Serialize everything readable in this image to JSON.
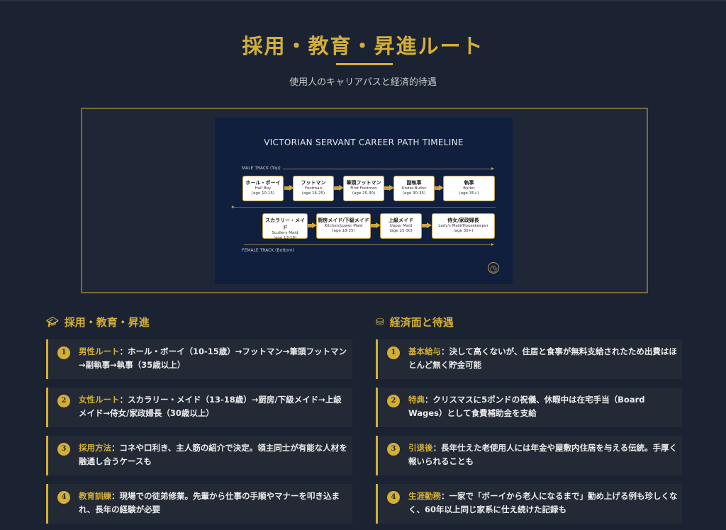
{
  "header": {
    "title": "採用・教育・昇進ルート",
    "subtitle": "使用人のキャリアパスと経済的待遇"
  },
  "figure": {
    "title": "VICTORIAN SERVANT CAREER PATH TIMELINE",
    "male_track_label": "MALE TRACK (Top)",
    "female_track_label": "FEMALE TRACK (Bottom)",
    "male_nodes": [
      {
        "jp": "ホール・ボーイ",
        "en": "Hall Boy",
        "age": "(age 10-15)"
      },
      {
        "jp": "フットマン",
        "en": "Footman",
        "age": "(age 16-25)"
      },
      {
        "jp": "筆頭フットマン",
        "en": "First Footman",
        "age": "(age 25-30)"
      },
      {
        "jp": "副執事",
        "en": "Under-Butler",
        "age": "(age 30-35)"
      },
      {
        "jp": "執事",
        "en": "Butler",
        "age": "(age 35+)"
      }
    ],
    "female_nodes": [
      {
        "jp": "スカラリー・メイド",
        "en": "Scullery Maid",
        "age": "(age 13-18)"
      },
      {
        "jp": "厨房メイド/下級メイド",
        "en": "Kitchen/Lower Maid",
        "age": "(age 18-25)"
      },
      {
        "jp": "上級メイド",
        "en": "Upper Maid",
        "age": "(age 25-30)"
      },
      {
        "jp": "侍女/家政婦長",
        "en": "Lady's Maid/Housekeeper",
        "age": "(age 30+)"
      }
    ],
    "corner_icon": "clock-key-icon"
  },
  "left_section": {
    "icon": "graduation-cap-icon",
    "title": "採用・教育・昇進",
    "items": [
      {
        "num": "1",
        "key": "男性ルート",
        "sep": "：",
        "text": "ホール・ボーイ（10-15歳）→フットマン→筆頭フットマン→副執事→執事（35歳以上）"
      },
      {
        "num": "2",
        "key": "女性ルート",
        "sep": "：",
        "text": "スカラリー・メイド（13-18歳）→厨房/下級メイド→上級メイド→侍女/家政婦長（30歳以上）"
      },
      {
        "num": "3",
        "key": "採用方法",
        "sep": "：",
        "text": "コネや口利き、主人筋の紹介で決定。領主同士が有能な人材を融通し合うケースも"
      },
      {
        "num": "4",
        "key": "教育訓練",
        "sep": "：",
        "text": "現場での徒弟修業。先輩から仕事の手順やマナーを叩き込まれ、長年の経験が必要"
      }
    ]
  },
  "right_section": {
    "icon": "coins-icon",
    "title": "経済面と待遇",
    "items": [
      {
        "num": "1",
        "key": "基本給与",
        "sep": "：",
        "text": "決して高くないが、住居と食事が無料支給されたため出費はほとんど無く貯金可能"
      },
      {
        "num": "2",
        "key": "特典",
        "sep": "：",
        "text": "クリスマスに5ポンドの祝儀、休暇中は在宅手当（Board Wages）として食費補助金を支給"
      },
      {
        "num": "3",
        "key": "引退後",
        "sep": "：",
        "text": "長年仕えた老使用人には年金や屋敷内住居を与える伝統。手厚く報いられることも"
      },
      {
        "num": "4",
        "key": "生涯勤務",
        "sep": "：",
        "text": "一家で「ボーイから老人になるまで」勤め上げる例も珍しくなく、60年以上同じ家系に仕え続けた記録も"
      }
    ]
  },
  "colors": {
    "background": "#1b2333",
    "accent_gold": "#d4af37",
    "card_bg": "#232a35",
    "figure_bg": "#0f1f3d",
    "frame_border": "#7a6a3a"
  }
}
